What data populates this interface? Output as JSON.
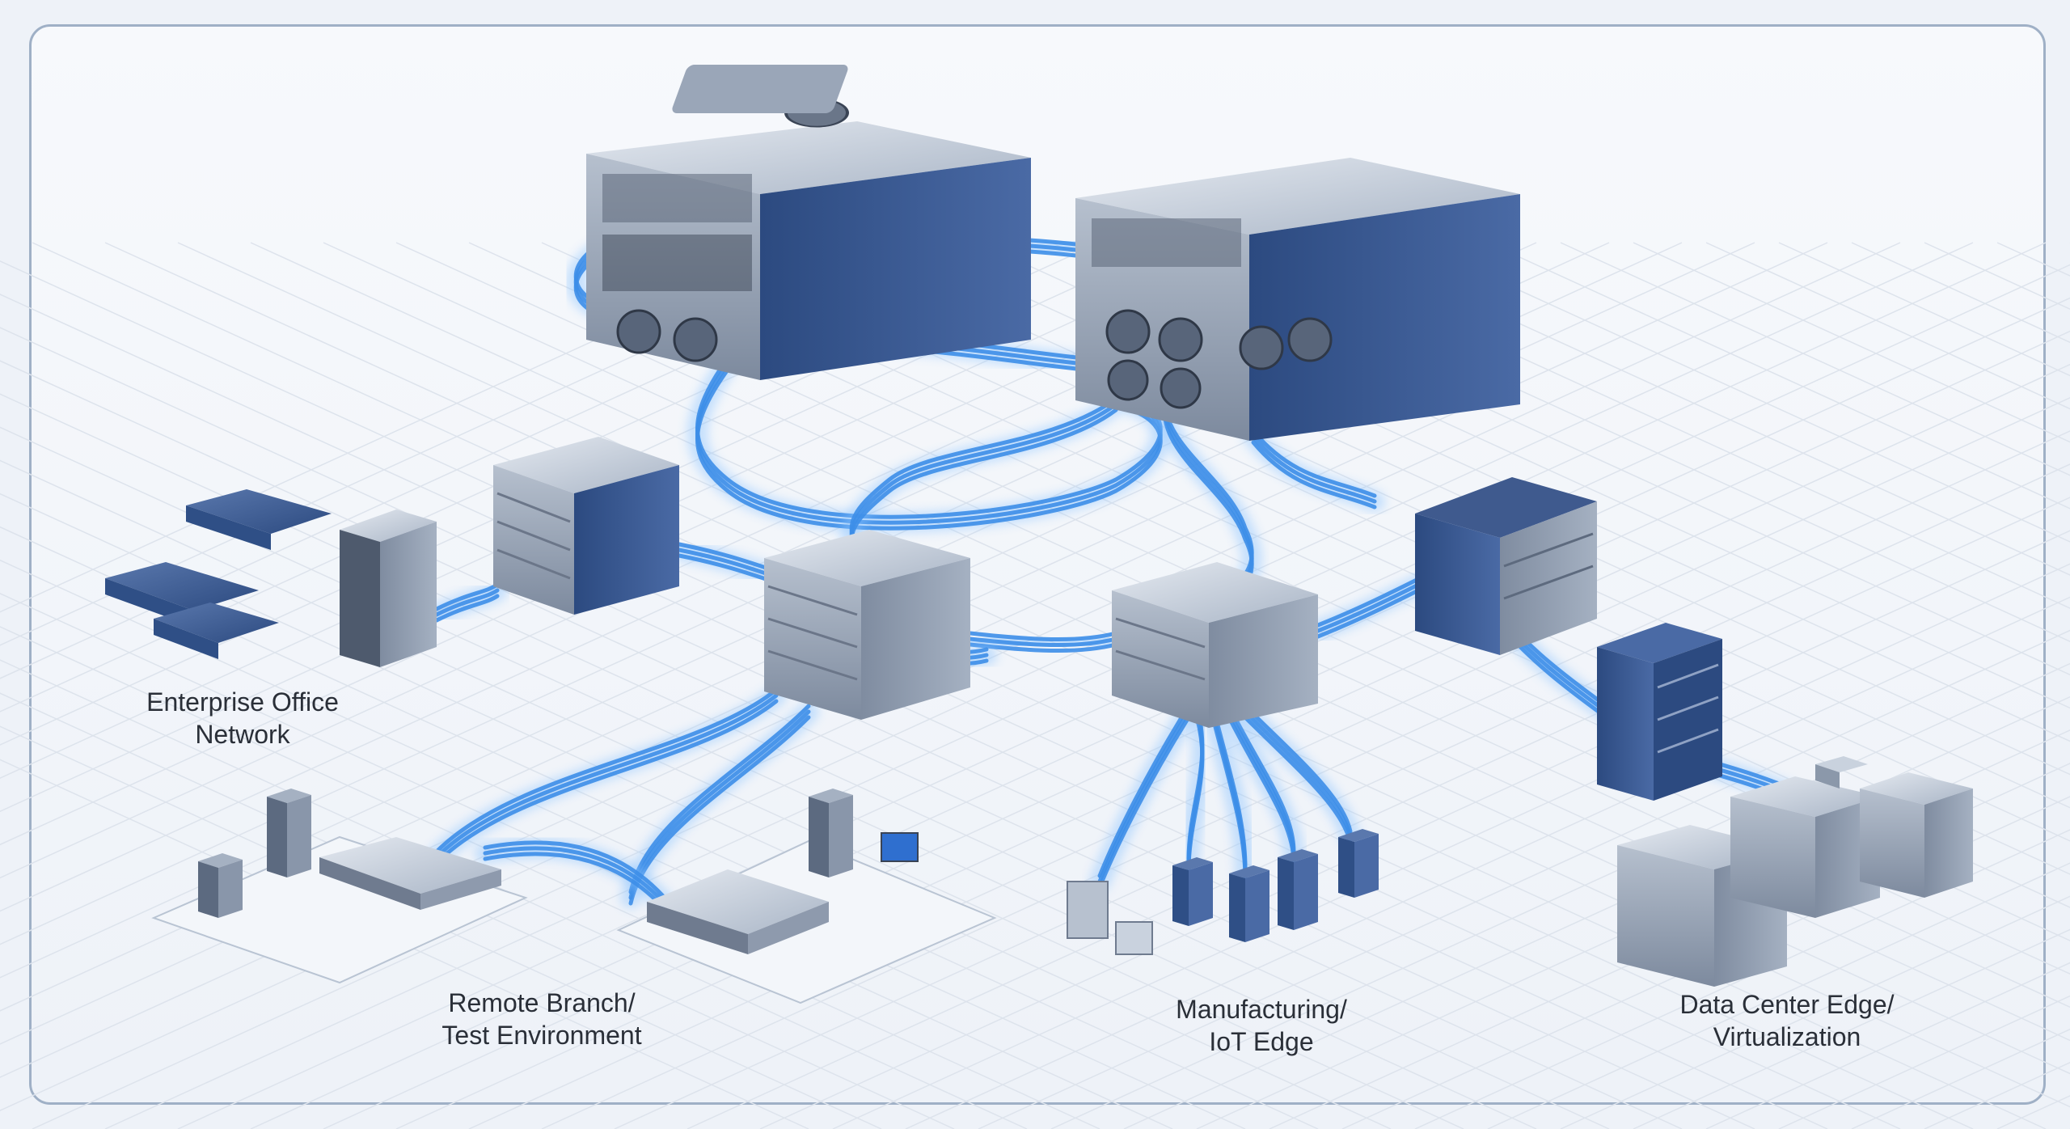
{
  "zones": [
    {
      "id": "enterprise",
      "line1": "Enterprise Office",
      "line2": "Network"
    },
    {
      "id": "branch",
      "line1": "Remote Branch/",
      "line2": "Test Environment"
    },
    {
      "id": "iot",
      "line1": "Manufacturing/",
      "line2": "IoT Edge"
    },
    {
      "id": "datacenter",
      "line1": "Data Center Edge/",
      "line2": "Virtualization"
    }
  ],
  "colors": {
    "cable": "#3d8ee8",
    "cable_glow": "#8cc4ff",
    "chassis_light": "#c9d2de",
    "chassis_mid": "#8b98aa",
    "chassis_dark": "#2f4f86",
    "device_blue": "#34507f",
    "grid": "#dde3ec",
    "frame": "#9fb0c6"
  }
}
